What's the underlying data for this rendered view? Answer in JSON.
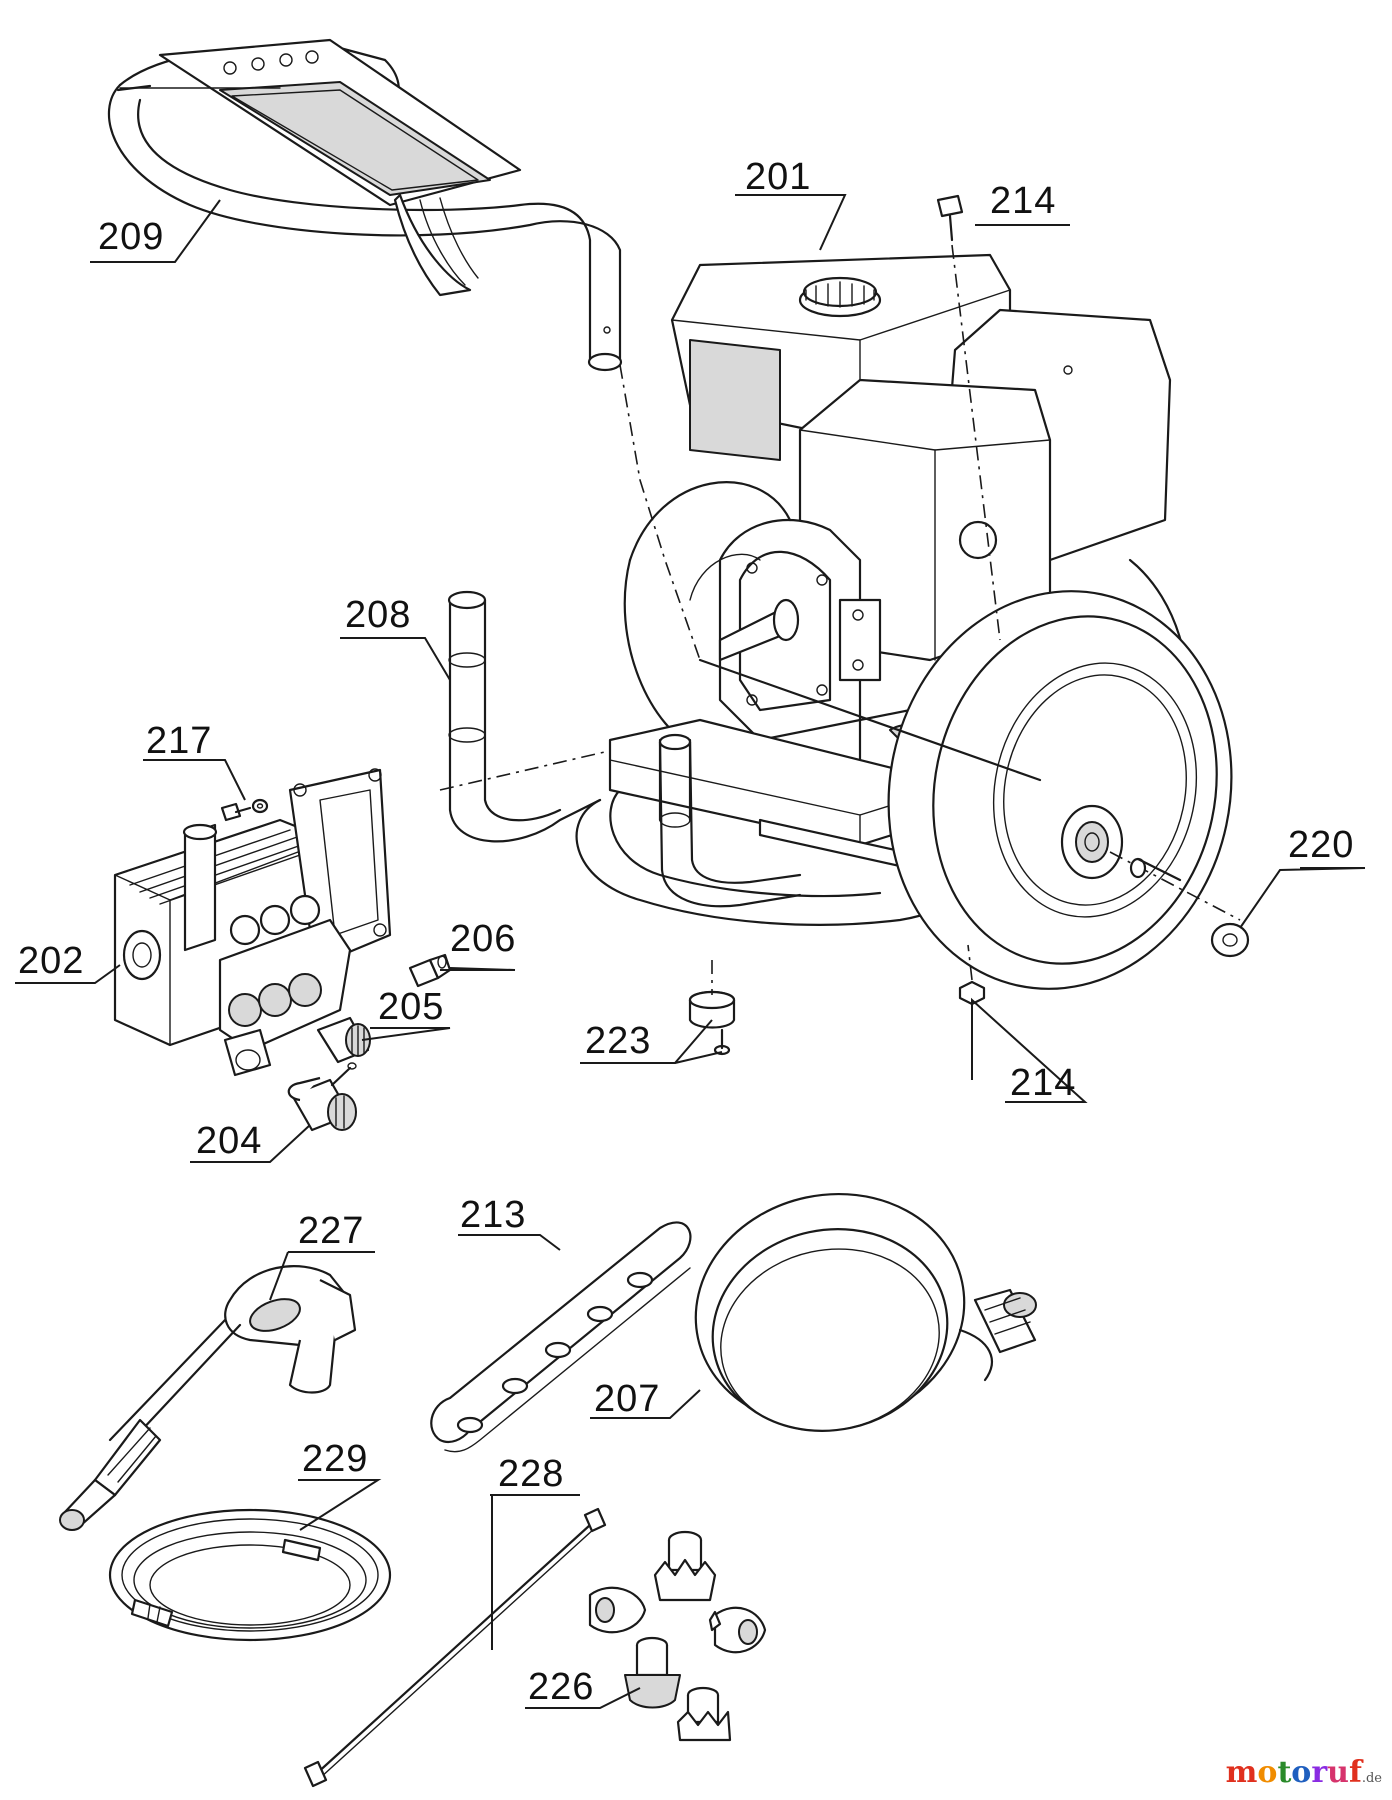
{
  "labels": {
    "p201": "201",
    "p202": "202",
    "p204": "204",
    "p205": "205",
    "p206": "206",
    "p207": "207",
    "p208": "208",
    "p209": "209",
    "p213": "213",
    "p214_top": "214",
    "p214_bottom": "214",
    "p217": "217",
    "p220": "220",
    "p223": "223",
    "p226": "226",
    "p227": "227",
    "p228": "228",
    "p229": "229"
  },
  "watermark": {
    "text": "motoruf",
    "suffix": ".de",
    "colors": [
      "#e0301e",
      "#f08c00",
      "#2a8a2a",
      "#1f5fbf",
      "#8a2be2",
      "#d6336c",
      "#e0301e"
    ]
  }
}
